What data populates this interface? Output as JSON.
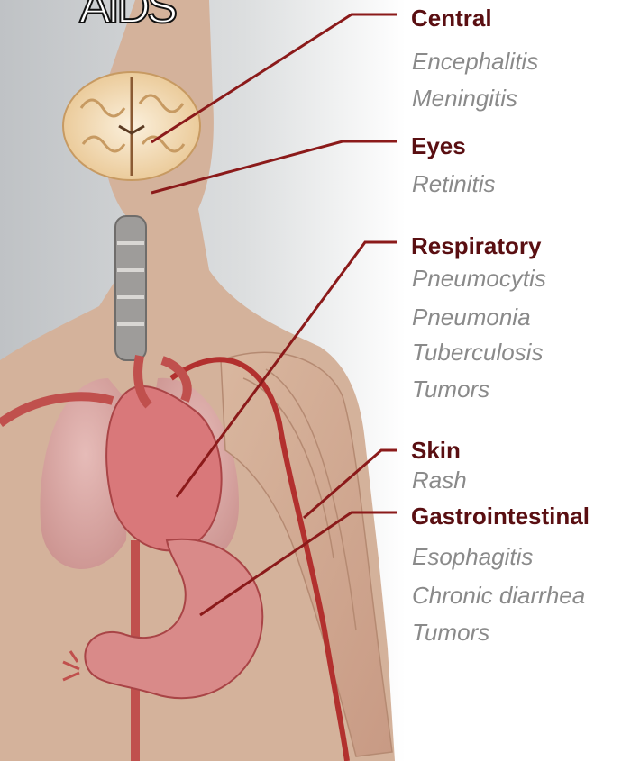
{
  "title": "AIDS",
  "colors": {
    "heading": "#5a0f12",
    "symptom": "#8a8a8a",
    "leader_line": "#8b1a1a",
    "skin": "#d5b39c",
    "background_gray": "#c9cbcd"
  },
  "categories": [
    {
      "name": "Central",
      "symptoms": [
        "Encephalitis",
        "Meningitis"
      ]
    },
    {
      "name": "Eyes",
      "symptoms": [
        "Retinitis"
      ]
    },
    {
      "name": "Respiratory",
      "symptoms": [
        "Pneumocytis",
        "Pneumonia",
        "Tuberculosis",
        "Tumors"
      ]
    },
    {
      "name": "Skin",
      "symptoms": [
        "Rash"
      ]
    },
    {
      "name": "Gastrointestinal",
      "symptoms": [
        "Esophagitis",
        "Chronic diarrhea",
        "Tumors"
      ]
    }
  ],
  "illustration": {
    "icons": [
      "brain-icon",
      "trachea-icon",
      "lungs-icon",
      "heart-icon",
      "arm-muscle-icon",
      "stomach-icon"
    ]
  }
}
